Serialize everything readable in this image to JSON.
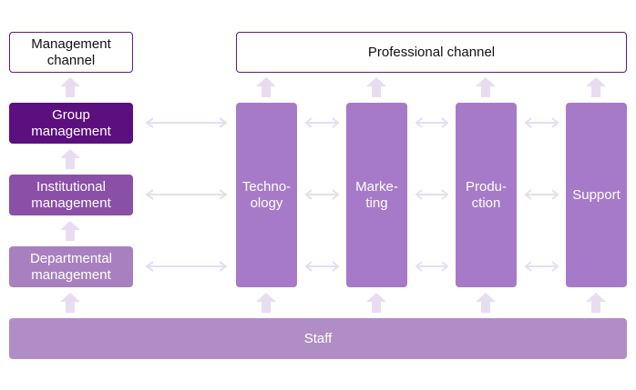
{
  "management_channel": {
    "label": "Management\nchannel"
  },
  "professional_channel": {
    "label": "Professional channel"
  },
  "management_levels": [
    {
      "label": "Group\nmanagement",
      "color": "#5c0f7f"
    },
    {
      "label": "Institutional\nmanagement",
      "color": "#8a4fa7"
    },
    {
      "label": "Departmental\nmanagement",
      "color": "#a880bf"
    }
  ],
  "professional_columns": [
    {
      "label": "Techno-\nology"
    },
    {
      "label": "Marke-\nting"
    },
    {
      "label": "Produ-\nction"
    },
    {
      "label": "Support"
    }
  ],
  "staff": {
    "label": "Staff",
    "color": "#b08ec5"
  },
  "colors": {
    "column": "#a67ac8",
    "arrow": "#e8ddf0",
    "outline_border": "#5a1a8a"
  }
}
